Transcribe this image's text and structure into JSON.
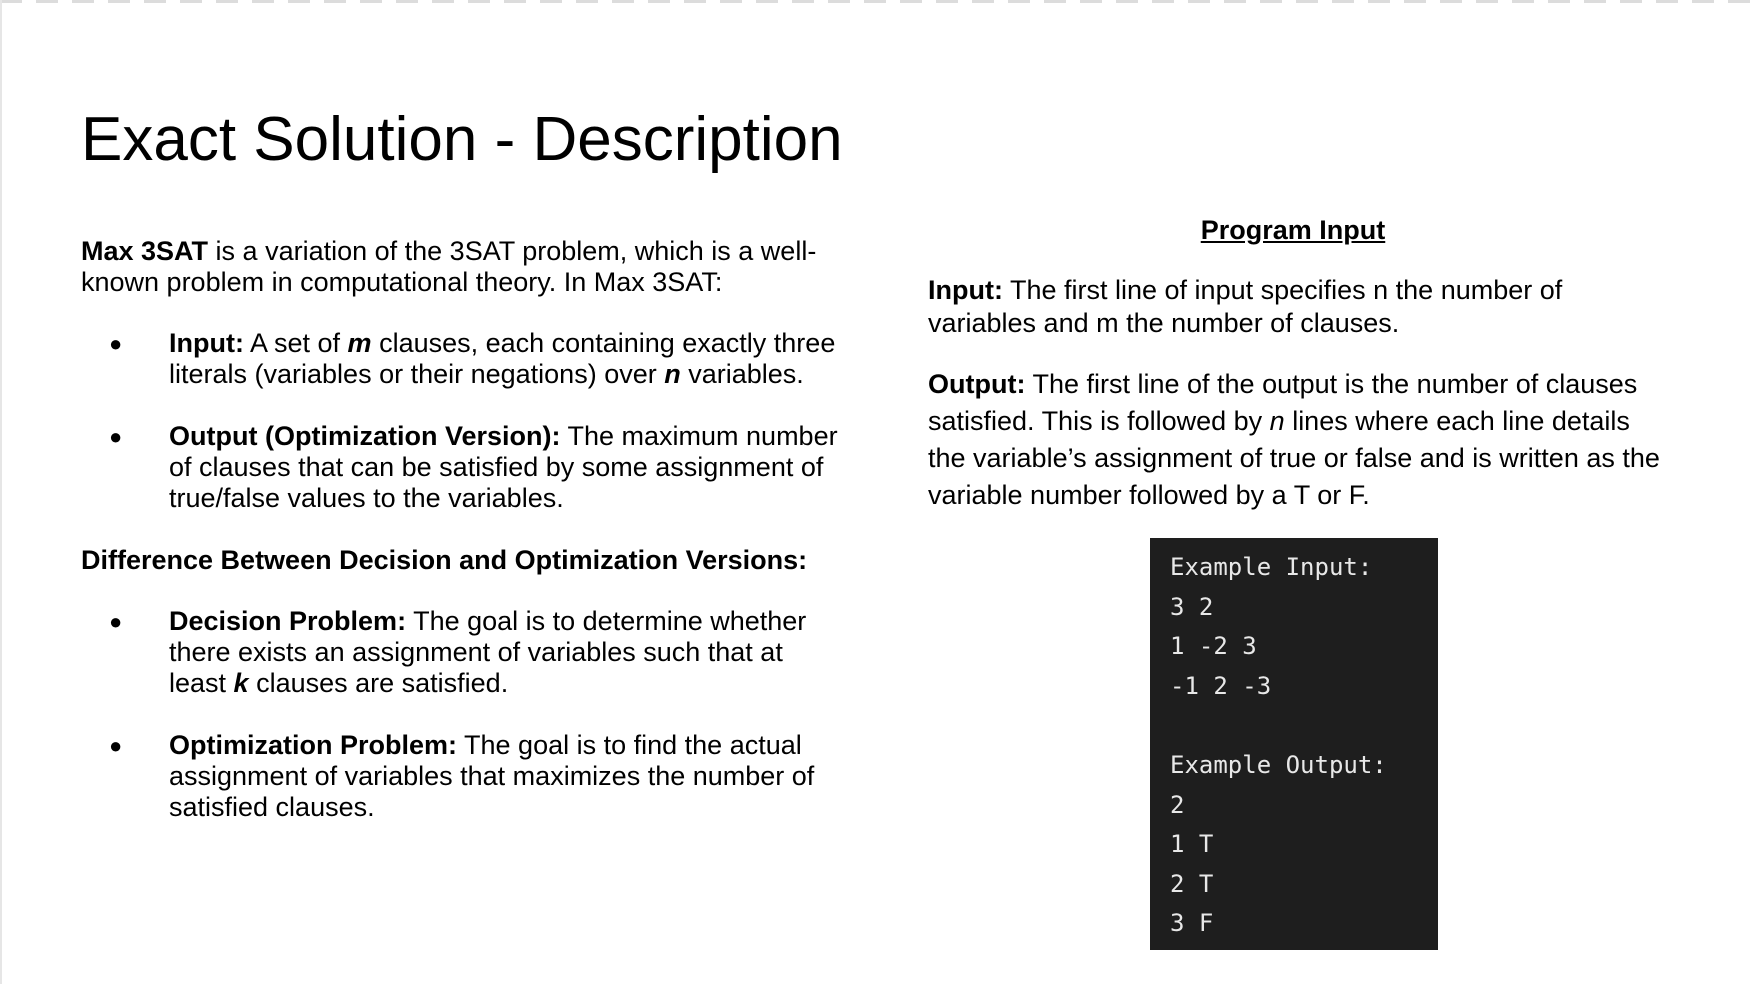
{
  "title": "Exact Solution - Description",
  "left": {
    "intro": {
      "term": "Max 3SAT",
      "text": " is a variation of the 3SAT problem, which is a well-known problem in computational theory. In Max 3SAT:"
    },
    "bullets1": [
      {
        "label": "Input:",
        "t1": " A set of ",
        "v1": "m",
        "t2": " clauses, each containing exactly three literals (variables or their negations) over ",
        "v2": "n",
        "t3": " variables."
      },
      {
        "label": "Output (Optimization Version):",
        "text": " The maximum number of clauses that can be satisfied by some assignment of true/false values to the variables."
      }
    ],
    "subheading": "Difference Between Decision and Optimization Versions:",
    "bullets2": [
      {
        "label": "Decision Problem:",
        "t1": " The goal is to determine whether there exists an assignment of variables such that at least ",
        "v1": "k",
        "t2": " clauses are satisfied."
      },
      {
        "label": "Optimization Problem:",
        "text": " The goal is to find the actual assignment of variables that maximizes the number of satisfied clauses."
      }
    ],
    "bullet_glyph": "●"
  },
  "right": {
    "heading": "Program Input",
    "input": {
      "label": "Input:",
      "text": " The first line of input specifies n the number of variables and m the number of clauses."
    },
    "output": {
      "label": "Output:",
      "t1": " The first line of the output is the number of clauses satisfied. This is followed by ",
      "v1": "n",
      "t2": " lines where each line details the variable’s assignment of true or false and is written as the variable number followed by a T or F."
    }
  },
  "code_example": {
    "lines": [
      "Example Input:",
      "3 2",
      "1 -2 3",
      "-1 2 -3",
      "",
      "Example Output:",
      "2",
      "1 T",
      "2 T",
      "3 F"
    ]
  }
}
